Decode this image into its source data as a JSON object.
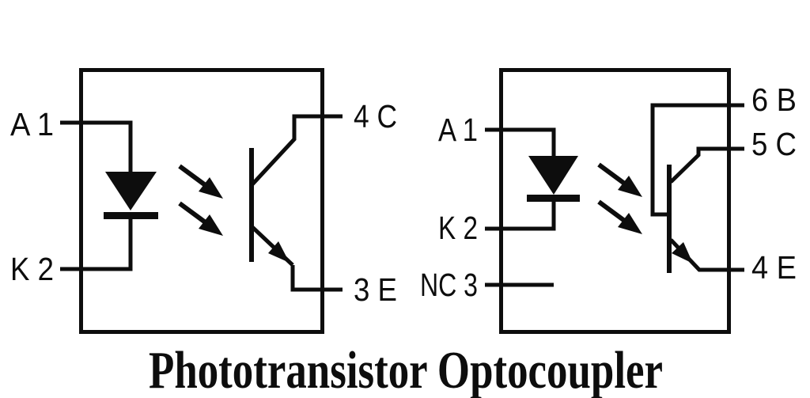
{
  "title": "Phototransistor Optocoupler",
  "colors": {
    "line": "#0d0d0d",
    "background": "#ffffff"
  },
  "left_diagram": {
    "pins": {
      "anode": {
        "label": "A 1"
      },
      "cathode": {
        "label": "K 2"
      },
      "collector": {
        "label": "4 C"
      },
      "emitter": {
        "label": "3 E"
      }
    }
  },
  "right_diagram": {
    "pins": {
      "anode": {
        "label": "A 1"
      },
      "cathode": {
        "label": "K 2"
      },
      "no_connect": {
        "label": "NC 3"
      },
      "base": {
        "label": "6 B"
      },
      "collector": {
        "label": "5 C"
      },
      "emitter": {
        "label": "4 E"
      }
    }
  }
}
